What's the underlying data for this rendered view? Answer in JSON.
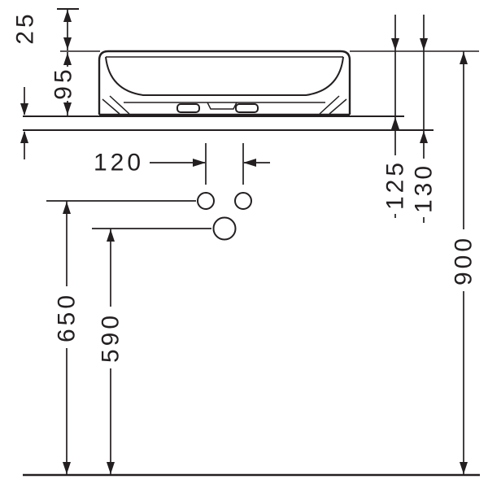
{
  "drawing": {
    "background_color": "#ffffff",
    "line_color": "#231f20",
    "units_implied": "mm",
    "dims": {
      "d25": "25",
      "d95": "95",
      "d120": "120",
      "d125": "125",
      "d130": "130",
      "d590": "590",
      "d650": "650",
      "d900": "900"
    }
  }
}
